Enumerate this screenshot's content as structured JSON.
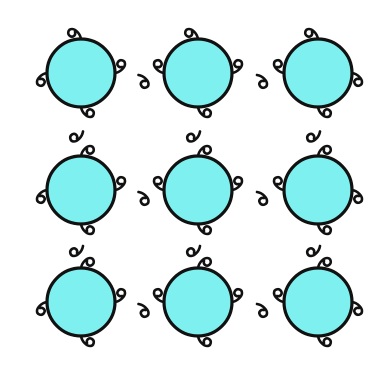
{
  "diagram": {
    "rows": 3,
    "columns": 3,
    "node_fill": "#7ff0f0",
    "outline_color": "#111111",
    "connector_style": "spiral-curl-pair",
    "outer_edges_have_single_curls": true
  }
}
